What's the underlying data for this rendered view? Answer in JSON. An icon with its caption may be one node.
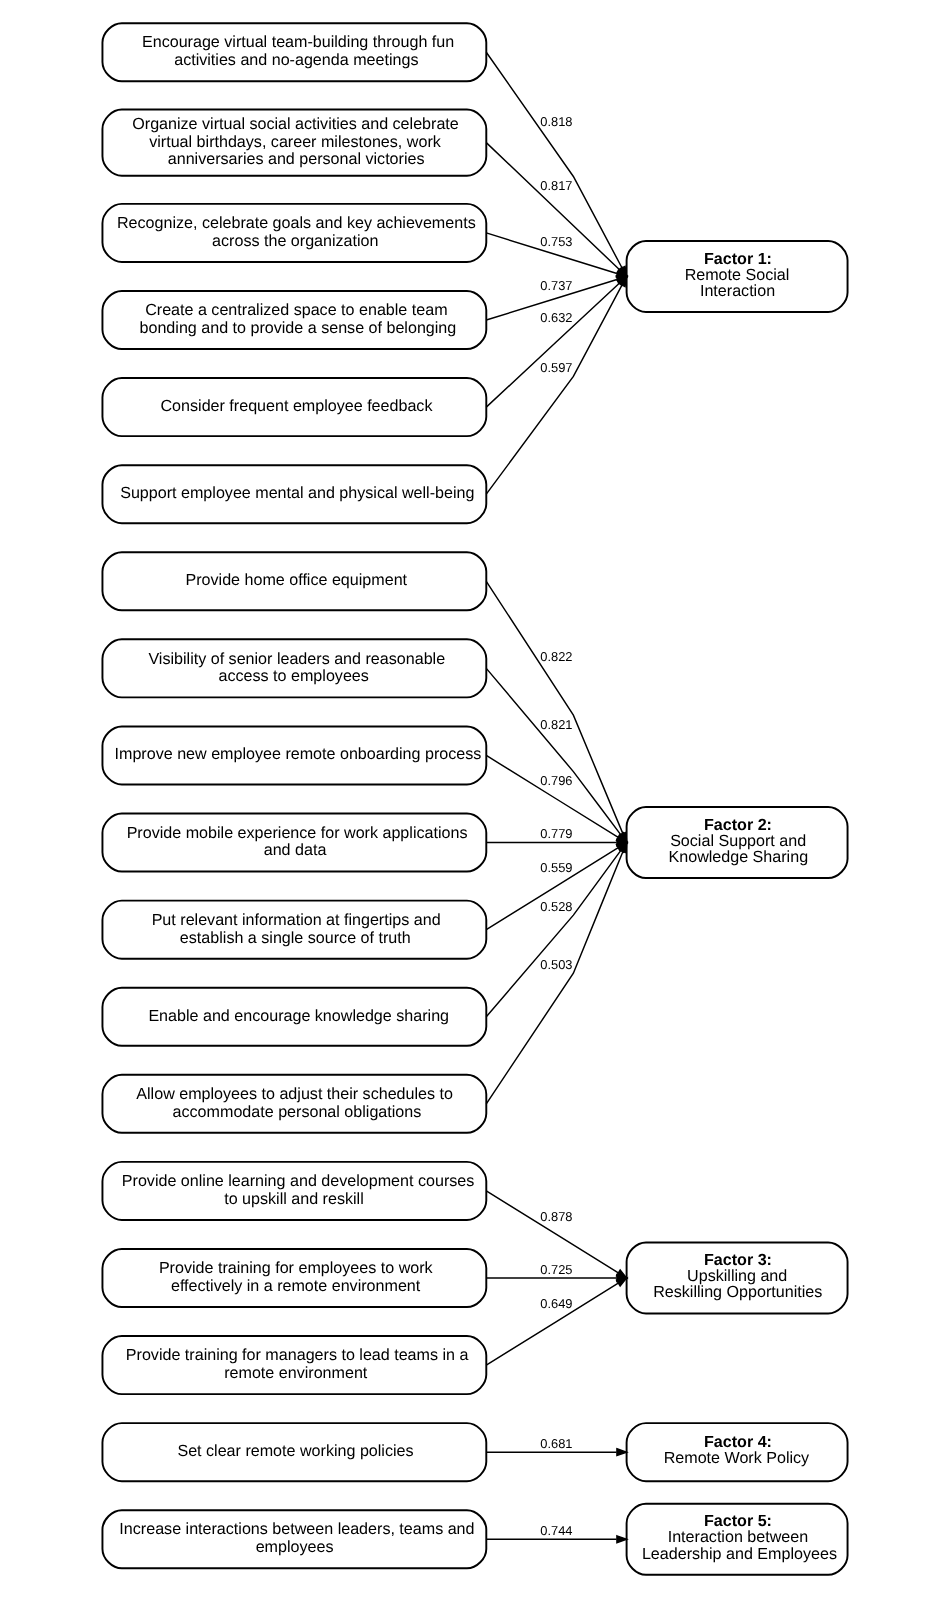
{
  "diagram": {
    "nodes": [
      {
        "text": [
          "Encourage virtual team-building through fun activities and no-agenda meetings"
        ]
      },
      {
        "text": [
          "Organize virtual social activities and celebrate virtual birthdays, career milestones, work anniversaries and personal victories"
        ]
      },
      {
        "text": [
          "Recognize, celebrate goals and key achievements across the organization"
        ]
      },
      {
        "text": [
          "Create a centralized space to enable team bonding and to provide a sense of belonging"
        ]
      },
      {
        "text": [
          "Consider frequent employee feedback"
        ]
      },
      {
        "text": [
          "Support employee mental and physical well-being"
        ]
      },
      {
        "text": [
          "Factor 1:",
          "Remote Social Interaction"
        ]
      },
      {
        "text": [
          "Provide home office equipment"
        ]
      },
      {
        "text": [
          "Visibility of senior leaders and reasonable access to employees"
        ]
      },
      {
        "text": [
          "Improve new employee remote onboarding process"
        ]
      },
      {
        "text": [
          "Provide mobile experience for work applications and data"
        ]
      },
      {
        "text": [
          "Put relevant information at fingertips and establish a single source of truth"
        ]
      },
      {
        "text": [
          "Enable and encourage knowledge sharing"
        ]
      },
      {
        "text": [
          "Allow employees to adjust their schedules to accommodate personal obligations"
        ]
      },
      {
        "text": [
          "Factor 2:",
          "Social Support and Knowledge Sharing"
        ]
      },
      {
        "text": [
          "Provide online learning and development courses to upskill and reskill"
        ]
      },
      {
        "text": [
          "Provide training for employees to work effectively in a remote environment"
        ]
      },
      {
        "text": [
          "Provide training for managers to lead teams in a remote environment"
        ]
      },
      {
        "text": [
          "Factor 3:",
          "Upskilling and Reskilling Opportunities"
        ]
      },
      {
        "text": [
          "Set clear remote working policies"
        ]
      },
      {
        "text": [
          "Factor 4:",
          "Remote Work Policy"
        ]
      },
      {
        "text": [
          "Increase interactions between leaders, teams and employees"
        ]
      },
      {
        "text": [
          "Factor 5:",
          "Interaction between Leadership and Employees"
        ]
      }
    ],
    "edges": [
      {
        "from": 0,
        "to": 6,
        "arrow": "to",
        "label": "0.818"
      },
      {
        "from": 1,
        "to": 6,
        "arrow": "to",
        "label": "0.817"
      },
      {
        "from": 2,
        "to": 6,
        "arrow": "to",
        "label": "0.753"
      },
      {
        "from": 3,
        "to": 6,
        "arrow": "to",
        "label": "0.737"
      },
      {
        "from": 4,
        "to": 6,
        "arrow": "to",
        "label": "0.632"
      },
      {
        "from": 5,
        "to": 6,
        "arrow": "to",
        "label": "0.597"
      },
      {
        "from": 7,
        "to": 14,
        "arrow": "to",
        "label": "0.822"
      },
      {
        "from": 8,
        "to": 14,
        "arrow": "to",
        "label": "0.821"
      },
      {
        "from": 9,
        "to": 14,
        "arrow": "to",
        "label": "0.796"
      },
      {
        "from": 10,
        "to": 14,
        "arrow": "to",
        "label": "0.779"
      },
      {
        "from": 11,
        "to": 14,
        "arrow": "to",
        "label": "0.559"
      },
      {
        "from": 12,
        "to": 14,
        "arrow": "to",
        "label": "0.528"
      },
      {
        "from": 13,
        "to": 14,
        "arrow": "to",
        "label": "0.503"
      },
      {
        "from": 15,
        "to": 18,
        "arrow": "to",
        "label": "0.878"
      },
      {
        "from": 16,
        "to": 18,
        "arrow": "to",
        "label": "0.725"
      },
      {
        "from": 17,
        "to": 18,
        "arrow": "to",
        "label": "0.649"
      },
      {
        "from": 19,
        "to": 20,
        "arrow": "to",
        "label": "0.681"
      },
      {
        "from": 21,
        "to": 22,
        "arrow": "to",
        "label": "0.744"
      }
    ]
  }
}
